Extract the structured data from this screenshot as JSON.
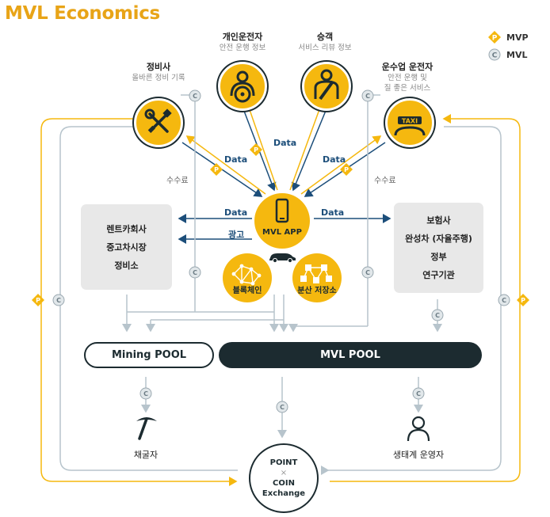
{
  "title": "MVL Economics",
  "legend": {
    "mvp": "MVP",
    "mvl": "MVL",
    "mvp_symbol": "P",
    "mvl_symbol": "C"
  },
  "nodes": {
    "mechanic": {
      "title": "정비사",
      "sub": "올바른 정비 기록"
    },
    "driver": {
      "title": "개인운전자",
      "sub": "안전 운행 정보"
    },
    "passenger": {
      "title": "승객",
      "sub": "서비스 리뷰 정보"
    },
    "transport_driver": {
      "title": "운수업 운전자",
      "sub1": "안전 운행 및",
      "sub2": "질 좋은 서비스"
    },
    "taxi_text": "TAXI"
  },
  "left_box": [
    "렌트카회사",
    "중고차시장",
    "정비소"
  ],
  "right_box": [
    "보험사",
    "완성차 (자율주행)",
    "정부",
    "연구기관"
  ],
  "center": {
    "app": "MVL APP",
    "blockchain": "블록체인",
    "storage": "분산 저장소"
  },
  "flow_labels": {
    "data_left_diag": "Data",
    "data_top": "Data",
    "data_right_diag": "Data",
    "data_left_h": "Data",
    "ad": "광고",
    "data_right_h": "Data",
    "fee_left": "수수료",
    "fee_right": "수수료"
  },
  "pools": {
    "mining": "Mining POOL",
    "mvl": "MVL POOL"
  },
  "bottom": {
    "miner": "채굴자",
    "operator": "생태계 운영자"
  },
  "exchange": {
    "line1": "POINT",
    "line2": "×",
    "line3": "COIN",
    "line4": "Exchange"
  },
  "colors": {
    "yellow": "#f5b80f",
    "dark": "#1c2b30",
    "navy": "#1c4e7a",
    "gray_line": "#b7c4cc",
    "title": "#e8a417"
  }
}
